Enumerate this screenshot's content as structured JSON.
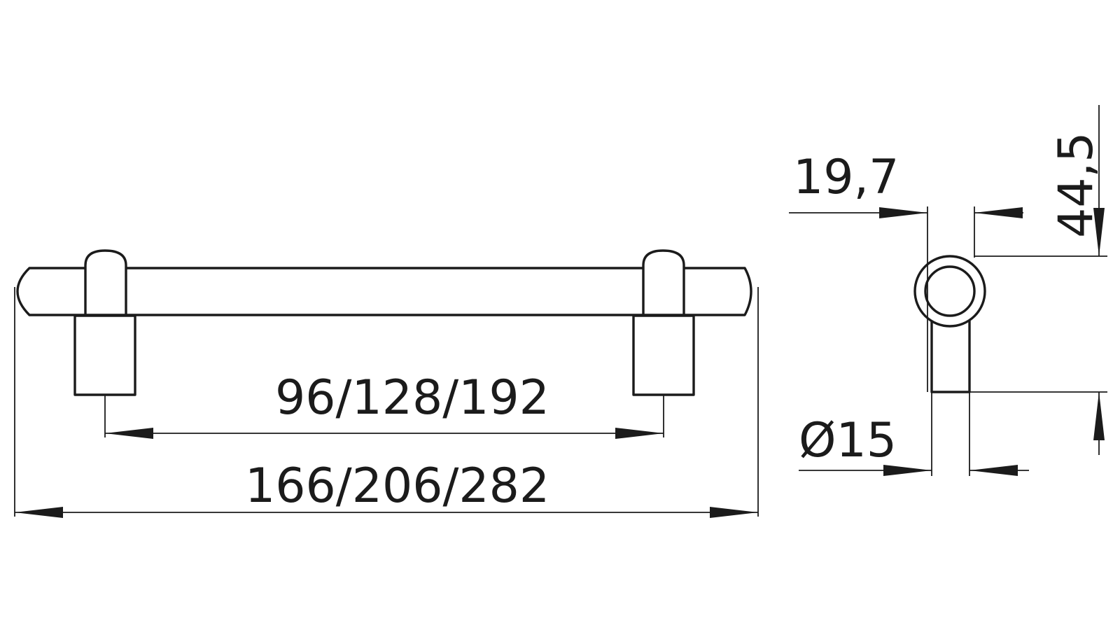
{
  "ink_color": "#1b1b1b",
  "background_color": "#ffffff",
  "dimensions": {
    "hole_spacing": "96/128/192",
    "overall_length": "166/206/282",
    "bar_depth": "19,7",
    "bar_diameter": "Ø15",
    "height": "44,5"
  }
}
